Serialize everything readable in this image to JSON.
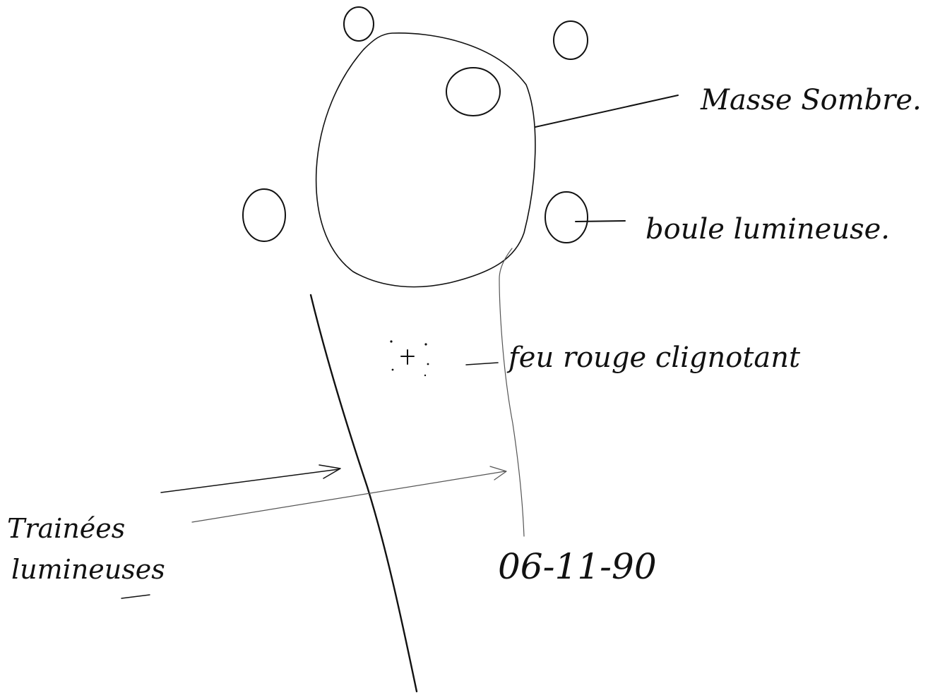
{
  "labels": {
    "dark_mass": "Masse Sombre.",
    "luminous_ball": "boule lumineuse.",
    "red_light": "feu rouge clignotant",
    "trails_line1": "Trainées",
    "trails_line2": "lumineuses",
    "date": "06-11-90"
  },
  "colors": {
    "ink": "#111111",
    "paper": "#ffffff"
  }
}
